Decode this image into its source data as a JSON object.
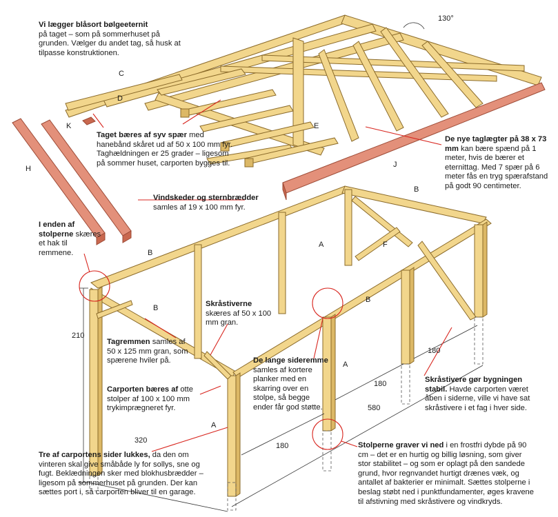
{
  "letters": {
    "A": "A",
    "B": "B",
    "C": "C",
    "D": "D",
    "E": "E",
    "F": "F",
    "H": "H",
    "J": "J",
    "K": "K"
  },
  "dims": {
    "angle": "130°",
    "h210": "210",
    "w320": "320",
    "l580": "580",
    "s180": "180"
  },
  "notes": {
    "roof": {
      "head": "Vi lægger blåsort bølgeeternit",
      "body": "på taget – som på sommerhuset på grunden. Vælger du andet tag, så husk at tilpasse konstruktionen."
    },
    "rafters": {
      "head": "Taget bæres af syv spær",
      "body": "med hanebånd skåret ud af 50 x 100 mm fyr. Taghældningen er 25 grader – ligesom på sommer huset, carporten bygges til."
    },
    "battens": {
      "head": "De nye taglægter på 38 x 73 mm",
      "body": "kan bære spænd på 1 meter, hvis de bærer et eternittag. Med 7 spær på 6 meter fås en tryg spærafstand på godt 90 centimeter."
    },
    "barge": {
      "head": "Vindskeder og sternbrædder",
      "body": "samles af 19 x 100 mm fyr."
    },
    "posts_end": {
      "head": "I enden af stolperne",
      "body": "skæres et hak til remmene."
    },
    "braces": {
      "head": "Skråstiverne",
      "body": "skæres af 50 x 100 mm gran."
    },
    "plate": {
      "head": "Tagremmen",
      "body": "samles af 50 x 125 mm gran, som spærene hviler på."
    },
    "side_beams": {
      "head": "De lange sideremme",
      "body": "samles af kortere planker med en skarring over en stolpe, så begge ender får god støtte."
    },
    "stable": {
      "head": "Skråstivere gør bygningen stabil.",
      "body": "Havde carporten været åben i siderne, ville vi have sat skråstivere i et fag i hver side."
    },
    "posts": {
      "head": "Carporten bæres af",
      "body": "otte stolper af 100 x 100 mm trykimprægneret fyr."
    },
    "closed": {
      "head": "Tre af carportens sider lukkes,",
      "body": "da den om vinteren skal give småbåde ly for sollys, sne og fugt. Beklædningen sker med blokhusbrædder – ligesom på sommerhuset på grunden. Der kan sættes port i, så carporten bliver til en garage."
    },
    "dig": {
      "head": "Stolperne graver vi ned",
      "body": "i en frostfri dybde på 90 cm – det er en hurtig og billig løsning, som giver stor stabilitet – og som er oplagt på den sandede grund, hvor regnvandet hurtigt drænes væk, og antallet af bakterier er minimalt. Sættes stolperne i beslag støbt ned i punktfundamenter, øges kravene til afstivning med skråstivere og vindkryds."
    }
  },
  "colors": {
    "wood": "#f2d68c",
    "wood_dark": "#d7b25e",
    "wood_edge": "#8a6a2a",
    "red": "#e08a6e",
    "red_dark": "#b8553e"
  }
}
